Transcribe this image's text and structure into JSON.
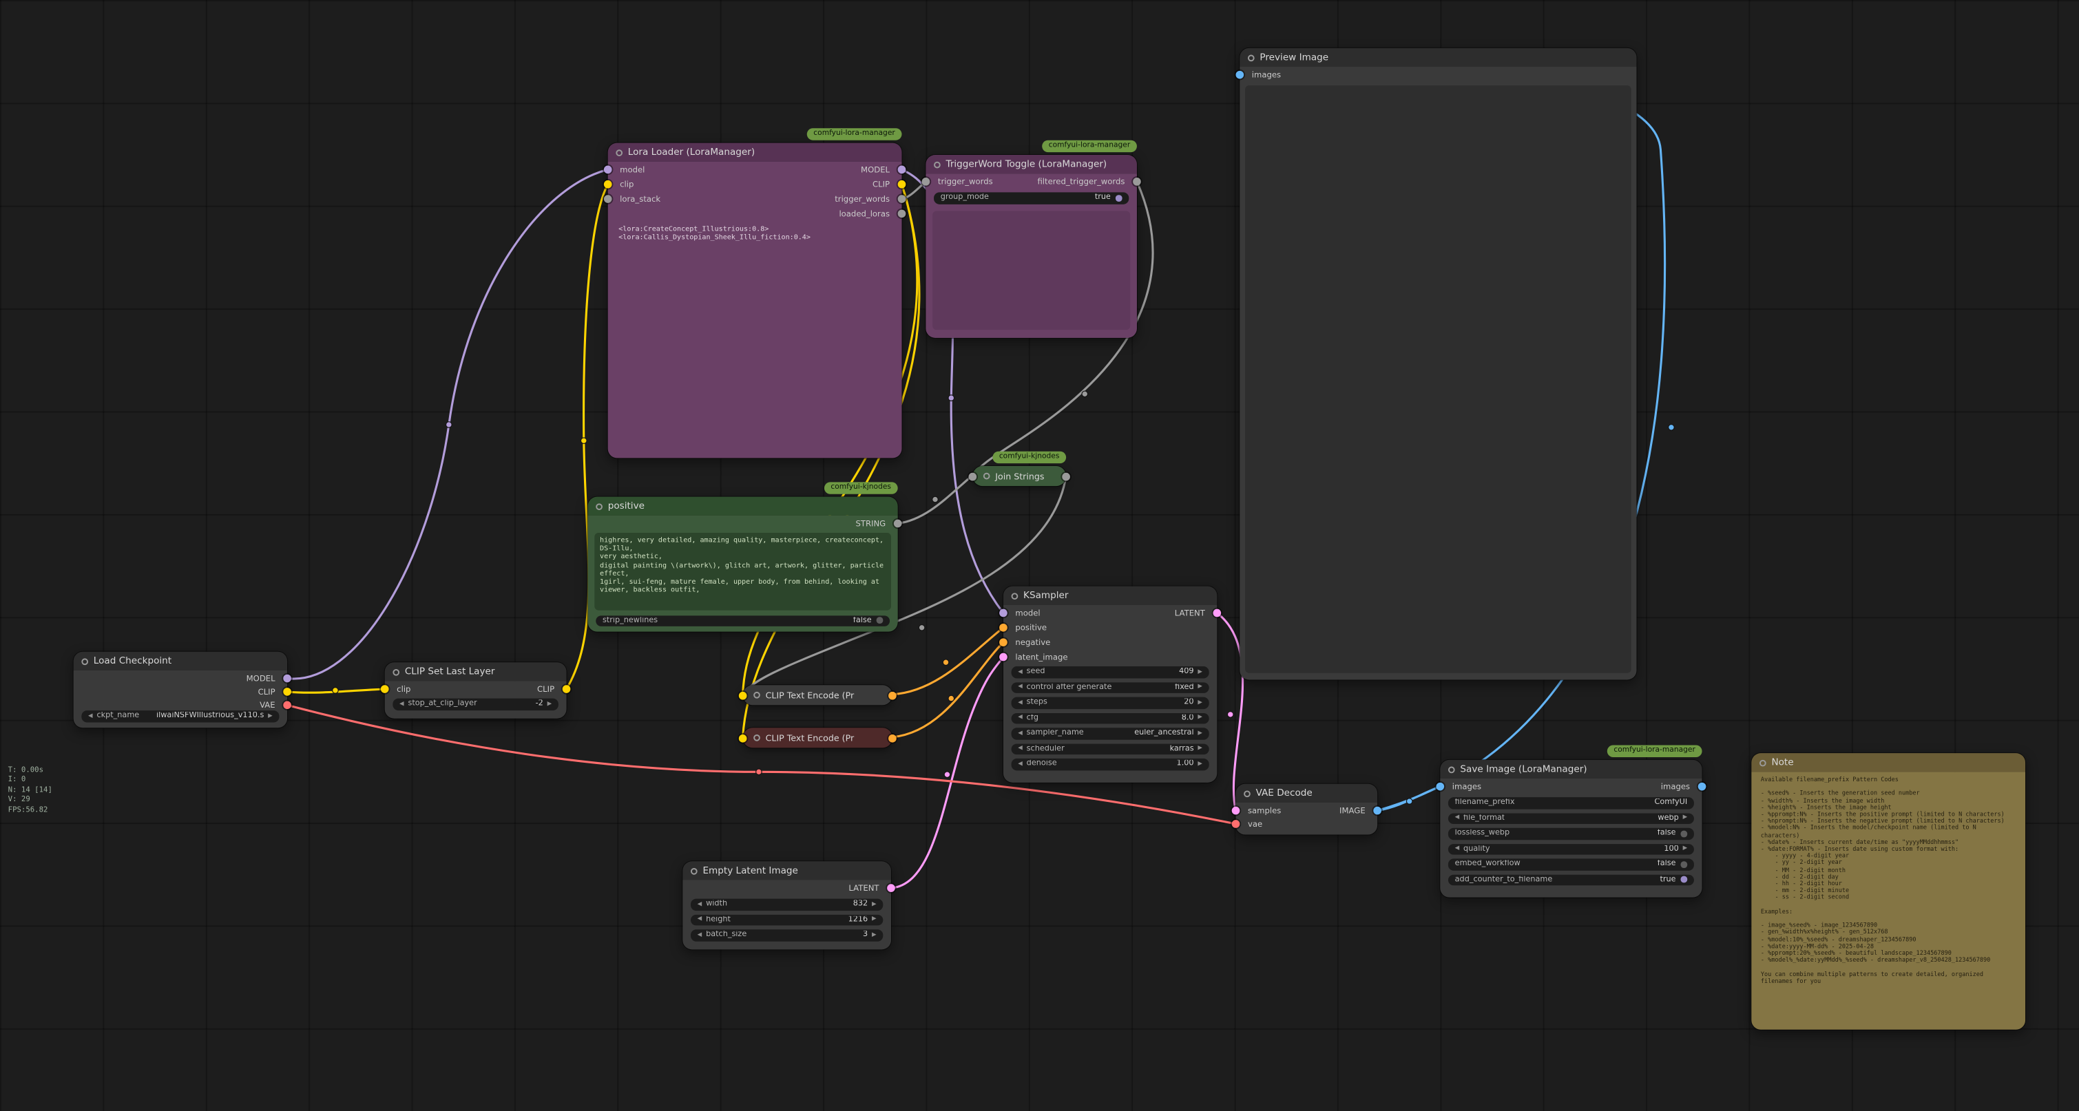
{
  "colors": {
    "model": "#B39DDB",
    "clip": "#FFD500",
    "vae": "#FF6E6E",
    "conditioning": "#FFA931",
    "latent": "#FF9CF9",
    "image": "#64B5F6",
    "string": "#9A9A9A",
    "trigger": "#9A9A9A",
    "badge_bg": "#6f9a43"
  },
  "status": {
    "lines": [
      "T: 0.00s",
      "I: 0",
      "N: 14 [14]",
      "V: 29",
      "FPS:56.82"
    ]
  },
  "nodes": {
    "load_checkpoint": {
      "title": "Load Checkpoint",
      "outputs": [
        "MODEL",
        "CLIP",
        "VAE"
      ],
      "widgets": [
        {
          "label": "ckpt_name",
          "value": "ilwaiNSFWIllustrious_v110.s"
        }
      ]
    },
    "clip_set_last_layer": {
      "title": "CLIP Set Last Layer",
      "inputs": [
        "clip"
      ],
      "outputs": [
        "CLIP"
      ],
      "widgets": [
        {
          "label": "stop_at_clip_layer",
          "value": "-2"
        }
      ]
    },
    "lora_loader": {
      "title": "Lora Loader (LoraManager)",
      "badge": "comfyui-lora-manager",
      "inputs": [
        "model",
        "clip",
        "lora_stack"
      ],
      "outputs": [
        "MODEL",
        "CLIP",
        "trigger_words",
        "loaded_loras"
      ],
      "loras_text": "<lora:CreateConcept_Illustrious:0.8> <lora:Callis_Dystopian_Sheek_Illu_fiction:0.4>"
    },
    "triggerword_toggle": {
      "title": "TriggerWord Toggle (LoraManager)",
      "badge": "comfyui-lora-manager",
      "inputs": [
        "trigger_words"
      ],
      "outputs": [
        "filtered_trigger_words"
      ],
      "widgets": [
        {
          "label": "group_mode",
          "value": "true"
        }
      ]
    },
    "positive_prompt": {
      "title": "positive",
      "badge": "comfyui-kjnodes",
      "outputs": [
        "STRING"
      ],
      "text": "highres, very detailed, amazing quality, masterpiece, createconcept, DS-Illu,\nvery aesthetic,\ndigital painting \\(artwork\\), glitch art, artwork, glitter, particle effect,\n1girl, sui-feng, mature female, upper body, from behind, looking at viewer, backless outfit,",
      "widgets": [
        {
          "label": "strip_newlines",
          "value": "false"
        }
      ]
    },
    "join_strings": {
      "title": "Join Strings",
      "badge": "comfyui-kjnodes"
    },
    "clip_text_encode_pos": {
      "title": "CLIP Text Encode (Pr"
    },
    "clip_text_encode_neg": {
      "title": "CLIP Text Encode (Pr"
    },
    "ksampler": {
      "title": "KSampler",
      "inputs": [
        "model",
        "positive",
        "negative",
        "latent_image"
      ],
      "outputs": [
        "LATENT"
      ],
      "widgets": [
        {
          "label": "seed",
          "value": "409"
        },
        {
          "label": "control after generate",
          "value": "fixed"
        },
        {
          "label": "steps",
          "value": "20"
        },
        {
          "label": "cfg",
          "value": "8.0"
        },
        {
          "label": "sampler_name",
          "value": "euler_ancestral"
        },
        {
          "label": "scheduler",
          "value": "karras"
        },
        {
          "label": "denoise",
          "value": "1.00"
        }
      ]
    },
    "empty_latent": {
      "title": "Empty Latent Image",
      "outputs": [
        "LATENT"
      ],
      "widgets": [
        {
          "label": "width",
          "value": "832"
        },
        {
          "label": "height",
          "value": "1216"
        },
        {
          "label": "batch_size",
          "value": "3"
        }
      ]
    },
    "vae_decode": {
      "title": "VAE Decode",
      "inputs": [
        "samples",
        "vae"
      ],
      "outputs": [
        "IMAGE"
      ]
    },
    "preview_image": {
      "title": "Preview Image",
      "inputs": [
        "images"
      ]
    },
    "save_image": {
      "title": "Save Image (LoraManager)",
      "badge": "comfyui-lora-manager",
      "inputs": [
        "images"
      ],
      "outputs": [
        "images"
      ],
      "widgets": [
        {
          "label": "filename_prefix",
          "value": "ComfyUI"
        },
        {
          "label": "file_format",
          "value": "webp"
        },
        {
          "label": "lossless_webp",
          "value": "false"
        },
        {
          "label": "quality",
          "value": "100"
        },
        {
          "label": "embed_workflow",
          "value": "false"
        },
        {
          "label": "add_counter_to_filename",
          "value": "true"
        }
      ]
    },
    "note": {
      "title": "Note",
      "text": "Available filename_prefix Pattern Codes\n\n- %seed% - Inserts the generation seed number\n- %width% - Inserts the image width\n- %height% - Inserts the image height\n- %pprompt:N% - Inserts the positive prompt (limited to N characters)\n- %nprompt:N% - Inserts the negative prompt (limited to N characters)\n- %model:N% - Inserts the model/checkpoint name (limited to N characters)\n- %date% - Inserts current date/time as \"yyyyMMddhhmmss\"\n- %date:FORMAT% - Inserts date using custom format with:\n    - yyyy - 4-digit year\n    - yy - 2-digit year\n    - MM - 2-digit month\n    - dd - 2-digit day\n    - hh - 2-digit hour\n    - mm - 2-digit minute\n    - ss - 2-digit second\n\nExamples:\n\n- image_%seed% - image_1234567890\n- gen_%width%x%height% - gen_512x768\n- %model:10%_%seed% - dreamshaper_1234567890\n- %date:yyyy-MM-dd% - 2025-04-28\n- %pprompt:20%_%seed% - beautiful landscape_1234567890\n- %model%_%date:yyMMdd%_%seed% - dreamshaper_v8_250428_1234567890\n\nYou can combine multiple patterns to create detailed, organized filenames for you"
    }
  }
}
